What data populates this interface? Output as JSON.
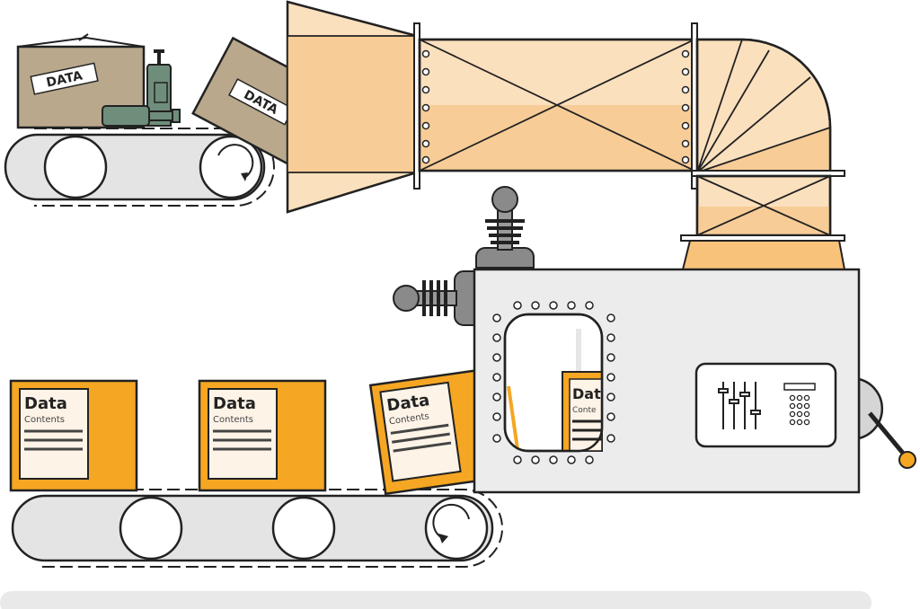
{
  "raw_box": {
    "label": "DATA"
  },
  "tilted_box": {
    "label": "DATA"
  },
  "output_cards": [
    {
      "title": "Data",
      "subtitle": "Contents"
    },
    {
      "title": "Data",
      "subtitle": "Contents"
    },
    {
      "title": "Data",
      "subtitle": "Contents"
    },
    {
      "title": "Dat",
      "subtitle": "Conte"
    }
  ],
  "colors": {
    "box_brown": "#b9a88c",
    "bottle_green": "#6f8d7b",
    "duct_light": "#fbe0bd",
    "duct_mid": "#f7cc97",
    "card_orange": "#f5a623",
    "card_paper": "#fdf3e7",
    "machine_gray": "#ececec",
    "belt_gray": "#e4e4e4",
    "knob_gray": "#8a8a8a",
    "crank_orange": "#f5a623"
  },
  "icons": [
    "rotation-arrow-icon",
    "slider-controls-icon",
    "keypad-icon",
    "crank-handle-icon",
    "joystick-icon"
  ]
}
